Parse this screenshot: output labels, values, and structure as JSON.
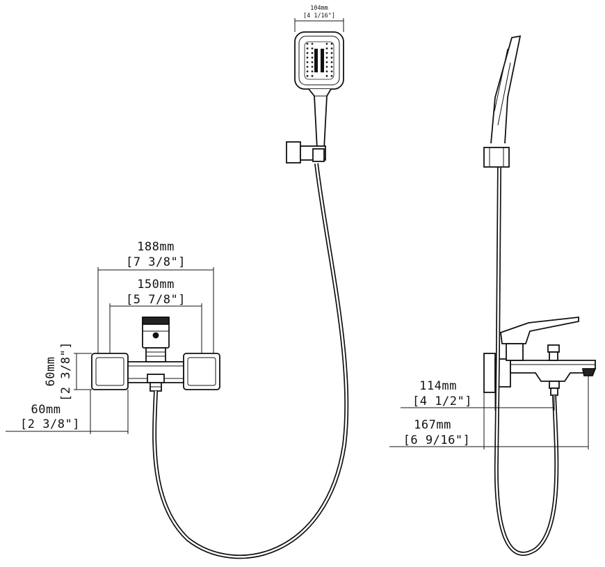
{
  "dimensions": {
    "head_width": {
      "metric": "104mm",
      "imperial": "[4 1/16\"]"
    },
    "overall_width": {
      "metric": "188mm",
      "imperial": "[7 3/8\"]"
    },
    "inner_width": {
      "metric": "150mm",
      "imperial": "[5 7/8\"]"
    },
    "plate_height": {
      "metric": "60mm",
      "imperial": "[2 3/8\"]"
    },
    "plate_offset": {
      "metric": "60mm",
      "imperial": "[2 3/8\"]"
    },
    "wall_to_outlet": {
      "metric": "114mm",
      "imperial": "[4 1/2\"]"
    },
    "wall_to_spout": {
      "metric": "167mm",
      "imperial": "[6 9/16\"]"
    }
  },
  "colors": {
    "line": "#111111",
    "background": "#ffffff"
  }
}
